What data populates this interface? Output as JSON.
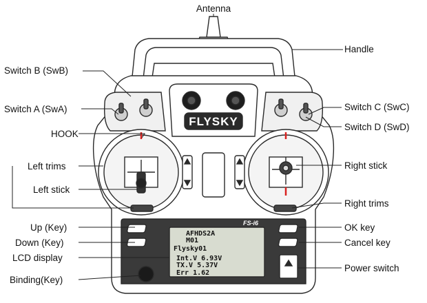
{
  "labels": {
    "antenna": "Antenna",
    "handle": "Handle",
    "switch_b": "Switch B (SwB)",
    "switch_a": "Switch A (SwA)",
    "switch_c": "Switch C (SwC)",
    "switch_d": "Switch D (SwD)",
    "hook": "HOOK",
    "left_trims": "Left trims",
    "left_stick": "Left stick",
    "right_stick": "Right stick",
    "right_trims": "Right trims",
    "up_key": "Up (Key)",
    "down_key": "Down (Key)",
    "lcd_display": "LCD display",
    "binding_key": "Binding(Key)",
    "ok_key": "OK key",
    "cancel_key": "Cancel key",
    "power_switch": "Power switch"
  },
  "device": {
    "brand": "FLYSKY",
    "model": "FS-i6",
    "lcd_lines": [
      "AFHDS2A",
      "M01",
      "Flysky01",
      "Int.V 6.93V",
      "TX.V 5.37V",
      "Err 1.62"
    ]
  },
  "colors": {
    "outline": "#2a2a2a",
    "panel": "#3a3a3a",
    "lcd": "#d8dcd0",
    "accent": "#d9211f"
  }
}
